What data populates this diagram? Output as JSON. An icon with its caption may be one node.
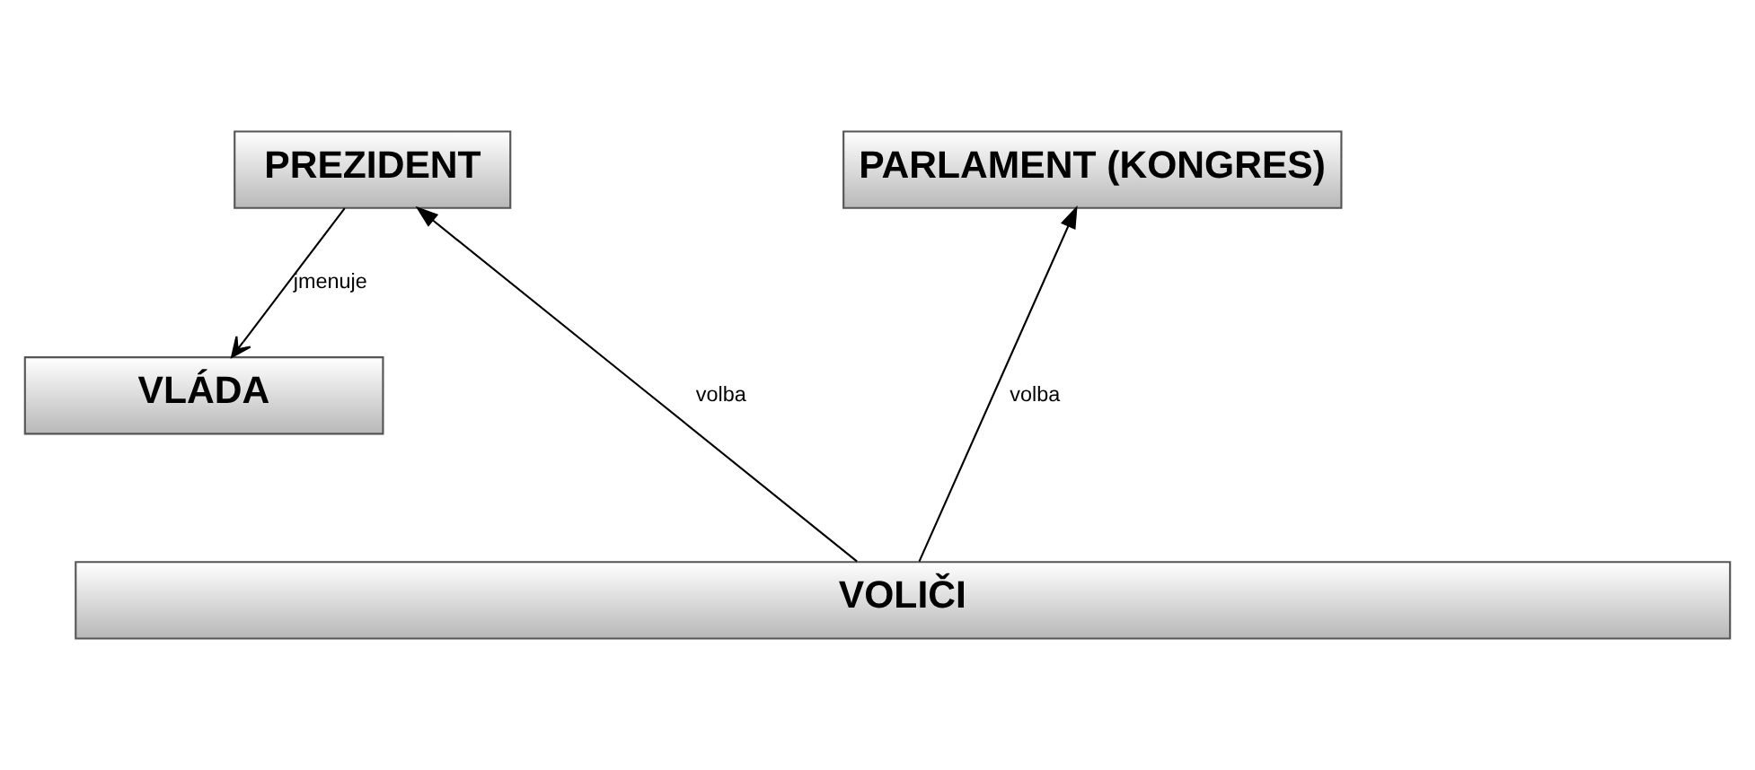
{
  "diagram": {
    "nodes": [
      {
        "text": [
          "PREZIDENT"
        ]
      },
      {
        "text": [
          "PARLAMENT (KONGRES)"
        ]
      },
      {
        "text": [
          "VLÁDA"
        ]
      },
      {
        "text": [
          "VOLIČI"
        ]
      }
    ],
    "edges": [
      {
        "from": 3,
        "to": 0,
        "arrow": "to",
        "label": "volba"
      },
      {
        "from": 0,
        "to": 2,
        "arrow": "to",
        "label": "jmenuje"
      },
      {
        "from": 3,
        "to": 1,
        "arrow": "to",
        "label": "volba"
      }
    ]
  }
}
